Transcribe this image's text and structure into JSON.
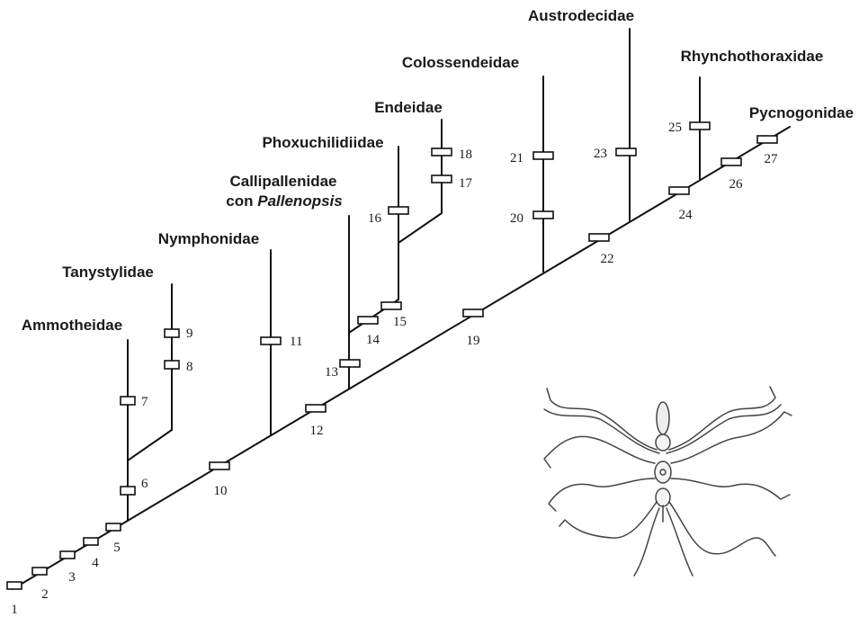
{
  "taxa": {
    "ammotheidae": "Ammotheidae",
    "tanystylidae": "Tanystylidae",
    "nymphonidae": "Nymphonidae",
    "callipallenidae_line1": "Callipallenidae",
    "callipallenidae_con": "con",
    "callipallenidae_genus": "Pallenopsis",
    "phoxuchilidiidae": "Phoxuchilidiidae",
    "endeidae": "Endeidae",
    "colossendeidae": "Colossendeidae",
    "austrodecidae": "Austrodecidae",
    "rhynchothoraxidae": "Rhynchothoraxidae",
    "pycnogonidae": "Pycnogonidae"
  },
  "characters": [
    "1",
    "2",
    "3",
    "4",
    "5",
    "6",
    "7",
    "8",
    "9",
    "10",
    "11",
    "12",
    "13",
    "14",
    "15",
    "16",
    "17",
    "18",
    "19",
    "20",
    "21",
    "22",
    "23",
    "24",
    "25",
    "26",
    "27"
  ],
  "illustration": "pycnogonid-sea-spider"
}
